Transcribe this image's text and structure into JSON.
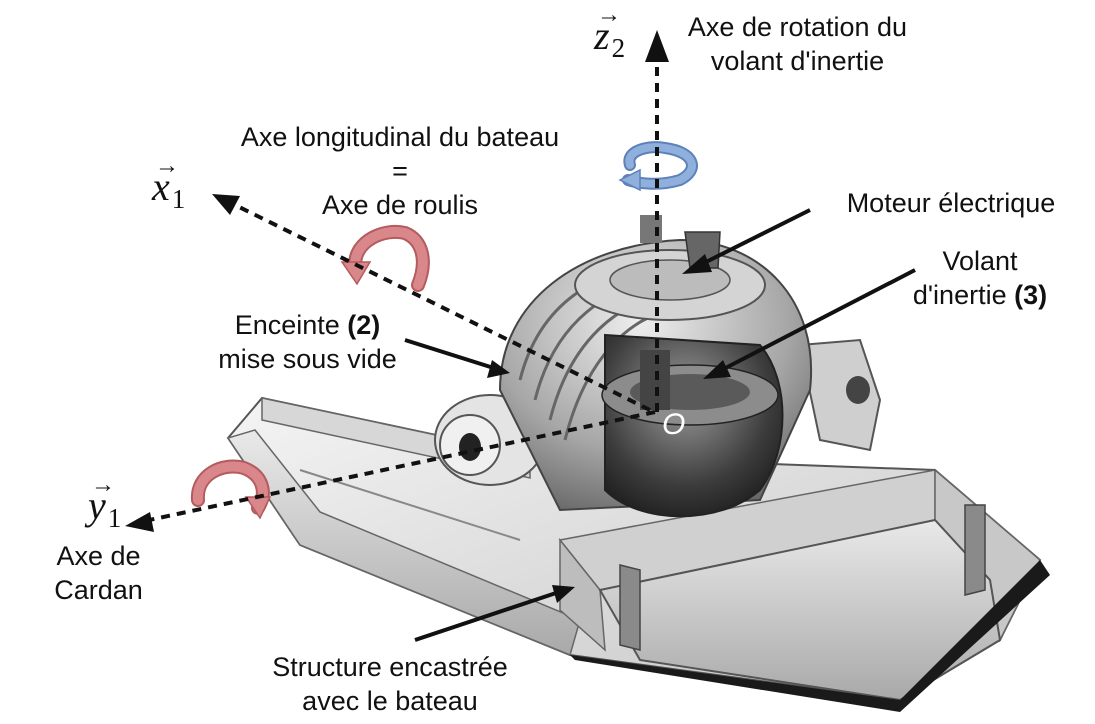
{
  "axes": {
    "z2": {
      "letter": "z",
      "index": "2"
    },
    "x1": {
      "letter": "x",
      "index": "1"
    },
    "y1": {
      "letter": "y",
      "index": "1"
    },
    "origin": "O"
  },
  "labels": {
    "rotation_axis": [
      "Axe de rotation du",
      "volant d'inertie"
    ],
    "longitudinal": [
      "Axe longitudinal du bateau",
      "=",
      "Axe de roulis"
    ],
    "motor": "Moteur électrique",
    "flywheel": {
      "line1": "Volant",
      "line2_text": "d'inertie ",
      "line2_num": "(3)"
    },
    "enclosure": {
      "line1_text": "Enceinte ",
      "line1_num": "(2)",
      "line2": "mise sous vide"
    },
    "cardan": [
      "Axe de",
      "Cardan"
    ],
    "structure": [
      "Structure encastrée",
      "avec le bateau"
    ]
  },
  "colors": {
    "roll_arrow": "#d9878a",
    "spin_arrow": "#8fb0dd",
    "line": "#111111"
  }
}
